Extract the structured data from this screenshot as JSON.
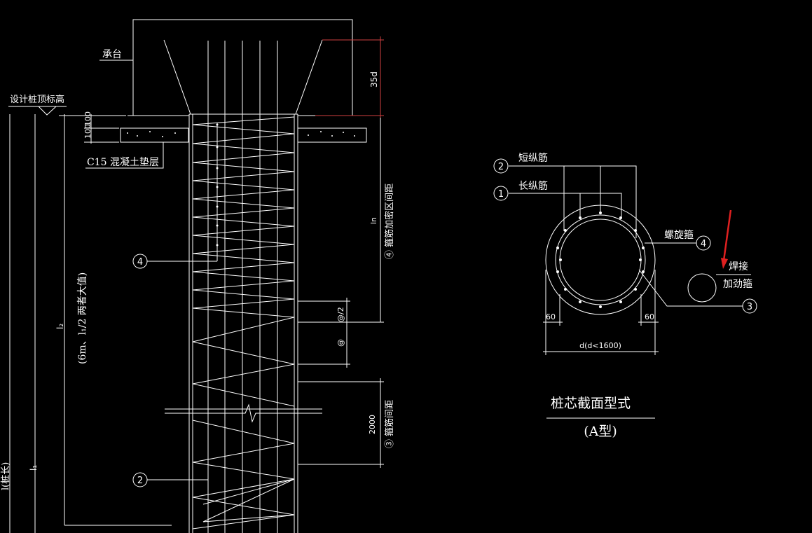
{
  "drawing": {
    "labels": {
      "cap": "承台",
      "pile_top": "设计桩顶标高",
      "cushion": "C15 混凝土垫层",
      "dim_100a": "100",
      "dim_100b": "100",
      "dim_35d": "35d",
      "densify_zone": "④ 箍筋加密区间距",
      "ln": "ln",
      "ang_half": "@/2",
      "ang": "@",
      "l2": "l₂",
      "l2_rule": "(6m、l₁/2 两者大值)",
      "l1": "l₁",
      "pile_len": "l(桩长)",
      "dim_2000": "2000",
      "densify2": "③ 箍筋间距"
    },
    "markers": {
      "m4_elev": "4",
      "m2_elev": "2",
      "m2_sec": "2",
      "m1_sec": "1",
      "m4_sec": "4",
      "m3_sec": "3"
    },
    "section": {
      "short_bar": "短纵筋",
      "long_bar": "长纵筋",
      "spiral": "螺旋箍",
      "weld": "焊接",
      "stiffener": "加劲箍",
      "dim_60_left": "60",
      "dim_60_right": "60",
      "dim_d": "d(d<1600)",
      "title": "桩芯截面型式",
      "subtitle": "(A型)"
    },
    "colors": {
      "background": "#000000",
      "lines": "#ffffff",
      "dimension": "#d04040",
      "arrow": "#e02020"
    }
  }
}
